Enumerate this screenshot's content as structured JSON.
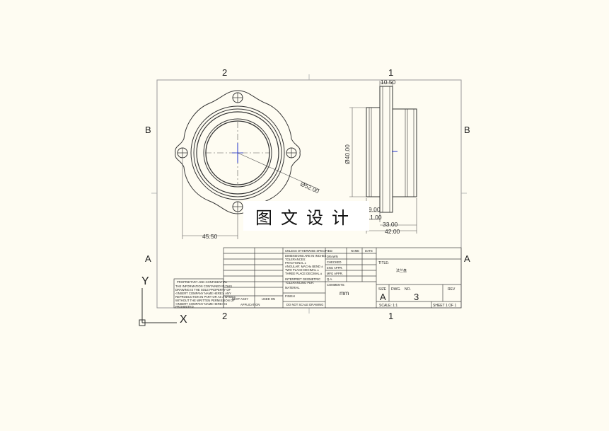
{
  "zones": {
    "top": [
      "2",
      "1"
    ],
    "bottom": [
      "2",
      "1"
    ],
    "left": [
      "B",
      "A"
    ],
    "right": [
      "B",
      "A"
    ]
  },
  "dimensions": {
    "flange_thickness": "10.50",
    "bolt_circle_dia": "Ø52.00",
    "hole_offset": "45.50",
    "body_dia": "Ø40.00",
    "d9": "9.00",
    "d11": "11.00",
    "d33": "33.00",
    "d42": "42.00"
  },
  "watermark": "图文设计",
  "ucs": {
    "y": "Y",
    "x": "X"
  },
  "title_block": {
    "unless": "UNLESS OTHERWISE SPECIFIED:",
    "name": "NAME",
    "date": "DATE",
    "dims_inches": "DIMENSIONS ARE IN INCHES",
    "tolerances": "TOLERANCES:",
    "fractional": "FRACTIONAL ±",
    "angular": "ANGULAR: MACH±   BEND ±",
    "two_place": "TWO PLACE DECIMAL  ±",
    "three_place": "THREE PLACE DECIMAL  ±",
    "drawn": "DRAWN",
    "checked": "CHECKED",
    "eng_appr": "ENG APPR.",
    "mfg_appr": "MFG APPR.",
    "qa": "Q.A.",
    "comments": "COMMENTS:",
    "interpret": "INTERPRET GEOMETRIC",
    "tolerancing": "TOLERANCING PER:",
    "material": "MATERIAL",
    "finish": "FINISH",
    "no_scale": "DO NOT SCALE DRAWING",
    "next_assy": "NEXT ASSY",
    "used_on": "USED ON",
    "application": "APPLICATION",
    "proprietary": "PROPRIETARY AND CONFIDENTIAL",
    "prop_text": [
      "THE INFORMATION CONTAINED IN THIS",
      "DRAWING IS THE SOLE PROPERTY OF",
      "<INSERT COMPANY NAME HERE>.  ANY",
      "REPRODUCTION IN PART OR AS A WHOLE",
      "WITHOUT THE WRITTEN PERMISSION OF",
      "<INSERT COMPANY NAME HERE> IS",
      "PROHIBITED."
    ],
    "title_label": "TITLE:",
    "title_value": "法兰盘",
    "units": "mm",
    "size_label": "SIZE",
    "dwg_label": "DWG.",
    "no_label": "NO.",
    "rev_label": "REV",
    "size_value": "A",
    "dwg_no": "3",
    "scale": "SCALE: 1:1",
    "sheet": "SHEET 1 OF 1"
  }
}
